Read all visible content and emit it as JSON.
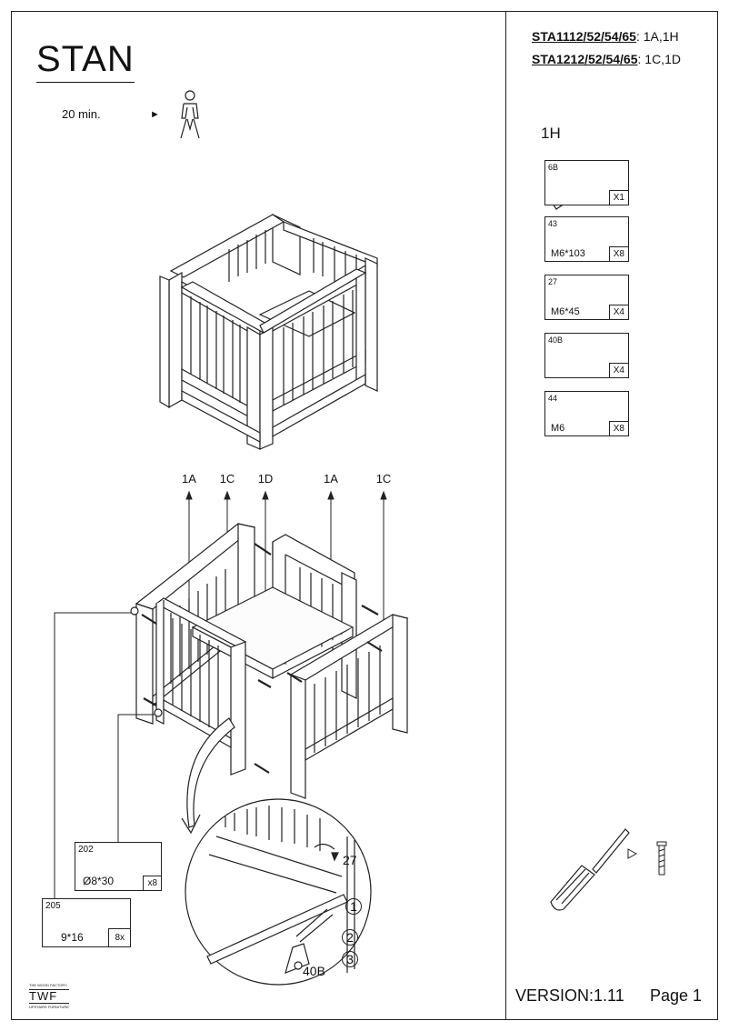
{
  "header": {
    "title": "STAN",
    "time": "20 min."
  },
  "models": [
    {
      "codes": "STA1112/52/54/65",
      "parts": ": 1A,1H"
    },
    {
      "codes": "STA1212/52/54/65",
      "parts": ": 1C,1D"
    }
  ],
  "hardware_section": "1H",
  "hardware": [
    {
      "code": "6B",
      "size": "",
      "qty": "X1"
    },
    {
      "code": "43",
      "size": "M6*103",
      "qty": "X8"
    },
    {
      "code": "27",
      "size": "M6*45",
      "qty": "X4"
    },
    {
      "code": "40B",
      "size": "",
      "qty": "X4"
    },
    {
      "code": "44",
      "size": "M6",
      "qty": "X8"
    }
  ],
  "part_labels": [
    "1A",
    "1C",
    "1D",
    "1A",
    "1C"
  ],
  "bottom_hardware": [
    {
      "code": "202",
      "size": "Ø8*30",
      "qty": "x8"
    },
    {
      "code": "205",
      "size": "9*16",
      "qty": "8x"
    }
  ],
  "detail": {
    "screw_label": "27",
    "bracket_label": "40B",
    "steps": [
      "1",
      "2",
      "3"
    ]
  },
  "logo": {
    "tagline": "THE WOOD FACTORY",
    "mark": "TWF",
    "sub": "UPSTAIRS FURNITURE"
  },
  "footer": {
    "version": "VERSION:1.11",
    "page": "Page 1"
  },
  "icons": [
    "person-icon",
    "allen-key-icon",
    "long-bolt-icon",
    "bolt-icon",
    "angle-bracket-icon",
    "barrel-nut-icon",
    "dowel-icon",
    "cam-nut-icon",
    "screwdriver-icon",
    "screw-icon"
  ]
}
